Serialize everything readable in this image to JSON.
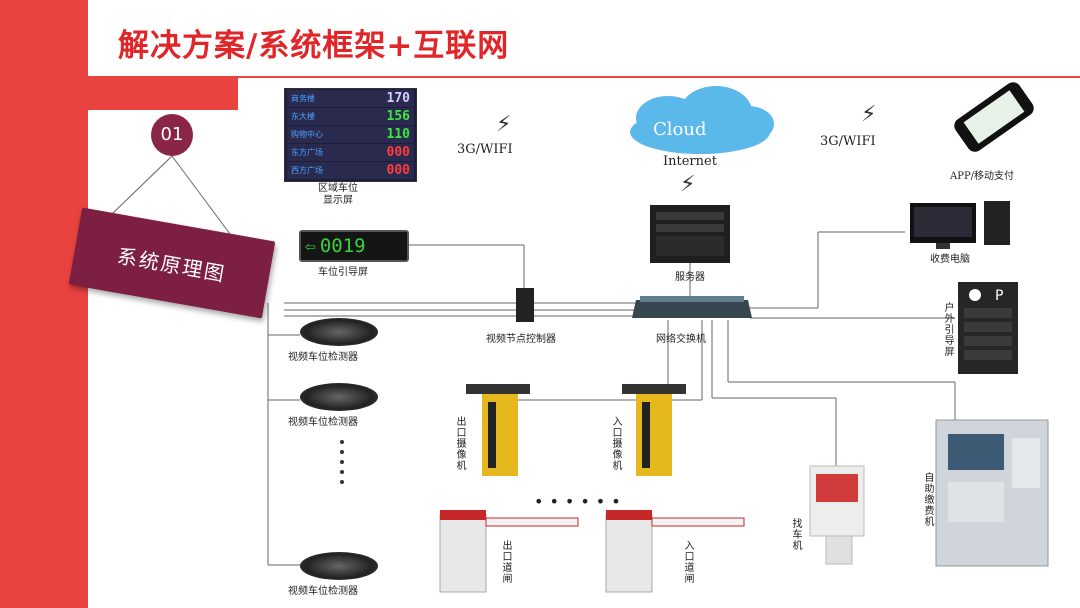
{
  "header": {
    "title": "解决方案/系统框架+互联网",
    "section_number": "01",
    "section_title": "系统原理图"
  },
  "area_display": {
    "label": "区域车位\n显示屏",
    "rows": [
      {
        "name": "商务楼",
        "value": "170",
        "color": "#cfcfff"
      },
      {
        "name": "东大楼",
        "value": "156",
        "color": "#3ee63e"
      },
      {
        "name": "购物中心",
        "value": "110",
        "color": "#3ee63e"
      },
      {
        "name": "东方广场",
        "value": "000",
        "color": "#ff3b3b"
      },
      {
        "name": "西方广场",
        "value": "000",
        "color": "#ff3b3b"
      }
    ]
  },
  "guide_display": {
    "value": "0019",
    "label": "车位引导屏"
  },
  "wifi_left": "3G/WIFI",
  "wifi_right": "3G/WIFI",
  "cloud": {
    "text": "Cloud",
    "label": "Internet"
  },
  "app_label": "APP/移动支付",
  "server_label": "服务器",
  "pc_label": "收费电脑",
  "controller_label": "视频节点控制器",
  "switch_label": "网络交换机",
  "outdoor_label": "户外引导屏",
  "detector_label": "视频车位检测器",
  "exit_camera_label": "出口摄像机",
  "entry_camera_label": "入口摄像机",
  "exit_gate_label": "出口道闸",
  "entry_gate_label": "入口道闸",
  "finder_label": "找车机",
  "kiosk_label": "自助缴费机",
  "colors": {
    "accent": "#e8433f",
    "title": "#e1262a",
    "section": "#7c1f43"
  }
}
